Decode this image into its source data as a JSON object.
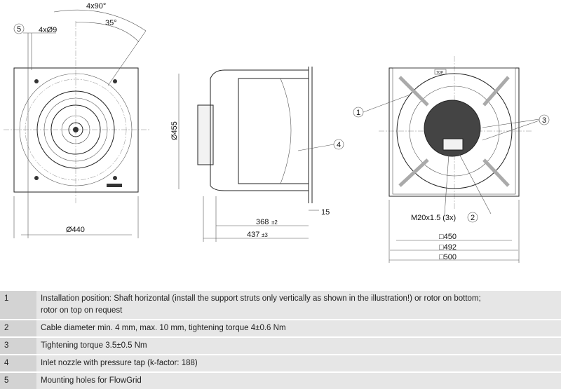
{
  "drawing": {
    "left_view": {
      "angle_total": "4x90°",
      "angle": "35°",
      "holes": "4xØ9",
      "callout": "5",
      "diameter": "Ø440"
    },
    "side_view": {
      "diameter": "Ø455",
      "callout": "4",
      "dim_15": "15",
      "dim_368": "368",
      "tol_368": "±2",
      "dim_437": "437",
      "tol_437": "±3"
    },
    "front_view": {
      "callout_1": "1",
      "callout_2": "2",
      "callout_3": "3",
      "thread": "M20x1.5 (3x)",
      "top_label": "TOP",
      "dim_450": "□450",
      "dim_492": "□492",
      "dim_500": "□500"
    }
  },
  "notes": [
    {
      "num": "1",
      "text": "Installation position: Shaft horizontal (install the support struts only vertically as shown in the illustration!) or rotor on bottom; rotor on top on request"
    },
    {
      "num": "2",
      "text": "Cable diameter min. 4 mm, max. 10 mm, tightening torque 4±0.6 Nm"
    },
    {
      "num": "3",
      "text": "Tightening torque 3.5±0.5 Nm"
    },
    {
      "num": "4",
      "text": "Inlet nozzle with pressure tap (k-factor: 188)"
    },
    {
      "num": "5",
      "text": "Mounting holes for FlowGrid"
    }
  ]
}
